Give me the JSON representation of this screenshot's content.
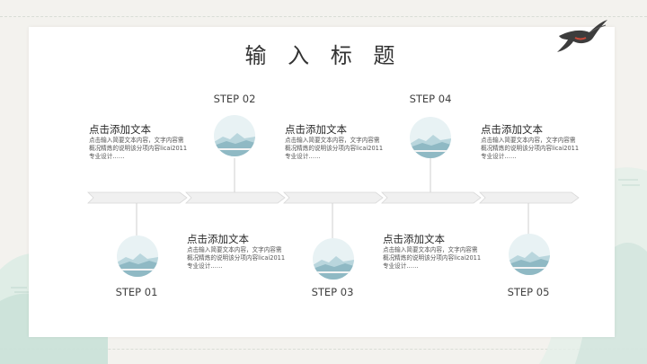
{
  "slide": {
    "title": "输 入 标 题"
  },
  "steps": [
    {
      "label": "STEP 01",
      "heading": "点击添加文本",
      "body": "点击输入简要文本内容，文字内容需概况精炼的说明该分项内容licai2011专业设计……"
    },
    {
      "label": "STEP 02",
      "heading": "点击添加文本",
      "body": "点击输入简要文本内容，文字内容需概况精炼的说明该分项内容licai2011专业设计……"
    },
    {
      "label": "STEP 03",
      "heading": "点击添加文本",
      "body": "点击输入简要文本内容，文字内容需概况精炼的说明该分项内容licai2011专业设计……"
    },
    {
      "label": "STEP 04",
      "heading": "点击添加文本",
      "body": "点击输入简要文本内容，文字内容需概况精炼的说明该分项内容licai2011专业设计……"
    },
    {
      "label": "STEP 05",
      "heading": "点击添加文本",
      "body": "点击输入简要文本内容，文字内容需概况精炼的说明该分项内容licai2011专业设计……"
    }
  ],
  "decor": {
    "bird": "swallow-icon",
    "thumbnail": "landscape-icon",
    "accent_color": "#cfe3dc",
    "arrow_color": "#efefef"
  }
}
